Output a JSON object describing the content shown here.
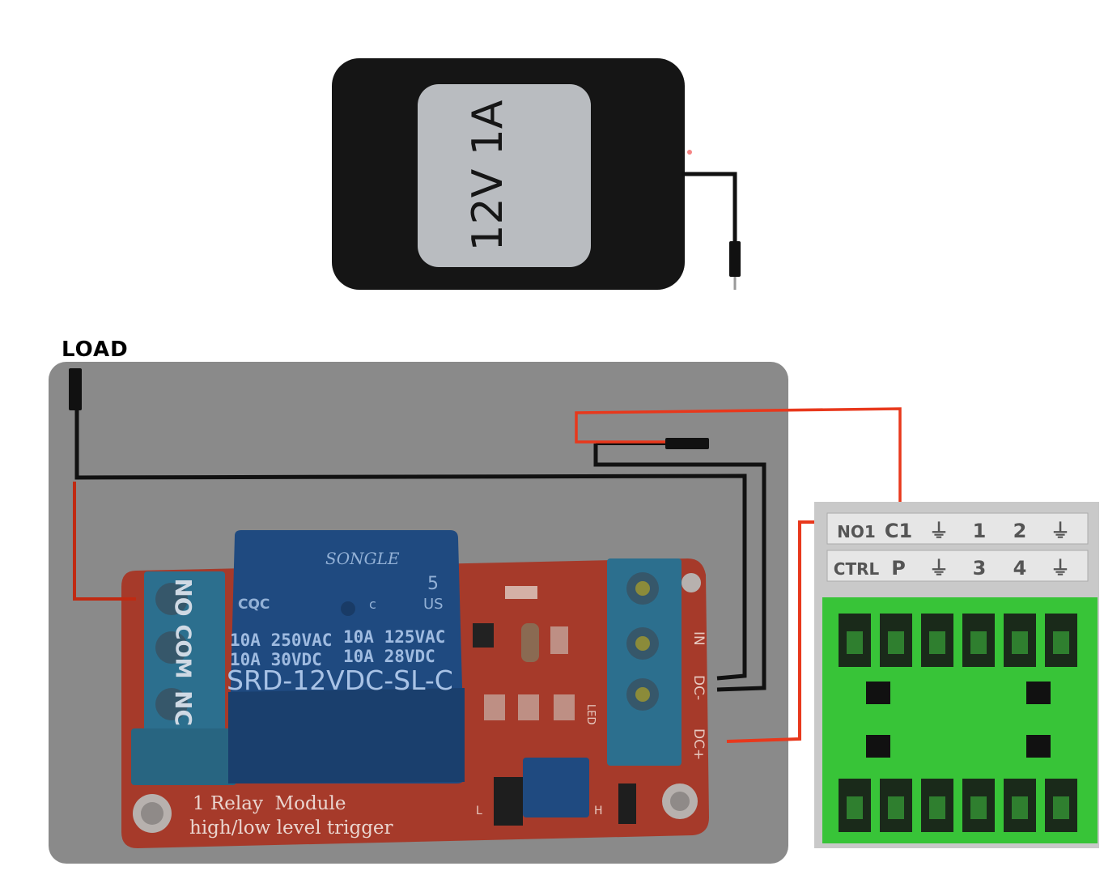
{
  "psu": {
    "label": "12V 1A"
  },
  "load_label": "LOAD",
  "relay": {
    "brand": "SONGLE",
    "cert_left": "CQC",
    "cert_c": "c",
    "cert_us": "US",
    "cert_num": "5",
    "rating_row1_left": "10A 250VAC",
    "rating_row1_right": "10A 125VAC",
    "rating_row2_left": "10A 30VDC",
    "rating_row2_right": "10A 28VDC",
    "model": "SRD-12VDC-SL-C",
    "left_terminals": [
      "NO",
      "COM",
      "NC"
    ],
    "right_terminals": [
      "IN",
      "DC-",
      "DC+"
    ],
    "board_line1": "1 Relay  Module",
    "board_line2": "high/low level trigger",
    "led_label": "LED",
    "jumper_l": "L",
    "jumper_h": "H"
  },
  "controller": {
    "row1": [
      "NO1",
      "C1",
      "⏚",
      "1",
      "2",
      "⏚"
    ],
    "row2": [
      "CTRL",
      "P",
      "⏚",
      "3",
      "4",
      "⏚"
    ]
  },
  "colors": {
    "wire_red": "#e8381c",
    "wire_black": "#111111",
    "relay_board": "#d94a33",
    "relay_body": "#2e6fb0",
    "terminal_blue": "#3a8fb8",
    "overlay": "#8a8a8a",
    "connector_green": "#3ec43e"
  }
}
